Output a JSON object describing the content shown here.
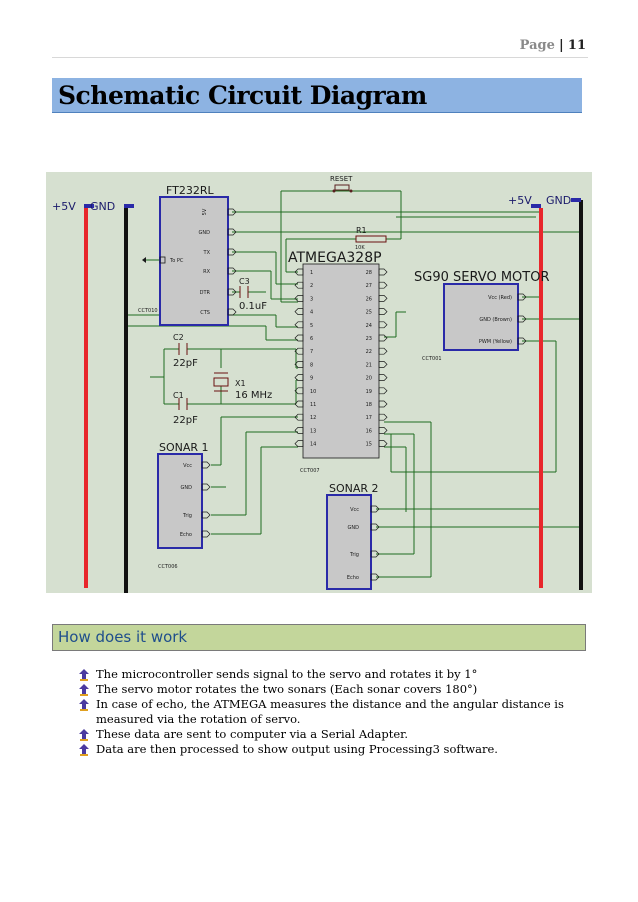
{
  "header": {
    "page_label": "Page",
    "separator": "|",
    "page_number": "11"
  },
  "title": "Schematic Circuit Diagram",
  "schematic": {
    "background_color": "#d6e0d0",
    "rail_plus": "+5V",
    "rail_gnd": "GND",
    "reset_label": "RESET",
    "ft232": {
      "title": "FT232RL",
      "pins": [
        "5V",
        "GND",
        "TX",
        "RX",
        "DTR",
        "CTS"
      ],
      "side_label": "To PC",
      "ref": "CCT010"
    },
    "r1": {
      "name": "R1",
      "value": "10K"
    },
    "c3": {
      "name": "C3",
      "value": "0.1uF"
    },
    "mcu": {
      "title": "ATMEGA328P",
      "left_pins": [
        "1",
        "2",
        "3",
        "4",
        "5",
        "6",
        "7",
        "8",
        "9",
        "10",
        "11",
        "12",
        "13",
        "14"
      ],
      "right_pins": [
        "28",
        "27",
        "26",
        "25",
        "24",
        "23",
        "22",
        "21",
        "20",
        "19",
        "18",
        "17",
        "16",
        "15"
      ],
      "ref": "CCT007"
    },
    "c2": {
      "name": "C2",
      "value": "22pF"
    },
    "c1": {
      "name": "C1",
      "value": "22pF"
    },
    "x1": {
      "name": "X1",
      "value": "16 MHz"
    },
    "servo": {
      "title": "SG90 SERVO MOTOR",
      "pins": [
        "Vcc (Red)",
        "GND (Brown)",
        "PWM (Yellow)"
      ],
      "ref": "CCT001"
    },
    "sonar1": {
      "title": "SONAR 1",
      "pins": [
        "Vcc",
        "GND",
        "Trig",
        "Echo"
      ],
      "ref": "CCT006"
    },
    "sonar2": {
      "title": "SONAR 2",
      "pins": [
        "Vcc",
        "GND",
        "Trig",
        "Echo"
      ]
    }
  },
  "section": {
    "title": "How does it work"
  },
  "bullets": [
    "The microcontroller sends signal to the servo and rotates it by 1°",
    "The servo motor rotates the two sonars (Each sonar covers 180°)",
    "In case of echo, the ATMEGA measures the distance and the angular distance is measured via the rotation of servo.",
    "These data are sent to computer via a Serial Adapter.",
    "Data are then processed to show output using Processing3 software."
  ]
}
